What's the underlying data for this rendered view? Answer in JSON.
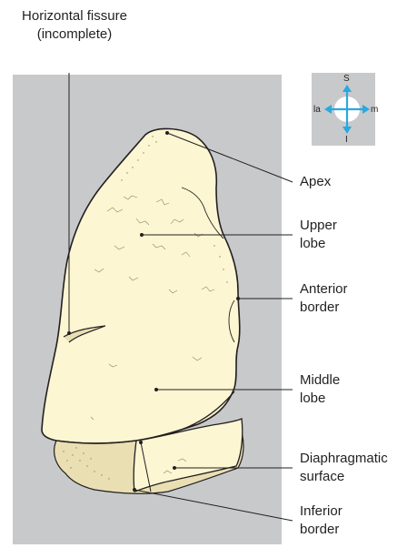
{
  "labels": {
    "horizontal_fissure": [
      "Horizontal fissure",
      "(incomplete)"
    ],
    "apex": [
      "Apex"
    ],
    "upper_lobe": [
      "Upper",
      "lobe"
    ],
    "anterior_border": [
      "Anterior",
      "border"
    ],
    "middle_lobe": [
      "Middle",
      "lobe"
    ],
    "diaphragmatic_surface": [
      "Diaphragmatic",
      "surface"
    ],
    "inferior_border": [
      "Inferior",
      "border"
    ]
  },
  "compass": {
    "top": "S",
    "bottom": "I",
    "left": "la",
    "right": "m"
  },
  "colors": {
    "background_panel": "#c8c9cb",
    "lung_fill": "#fcf6d2",
    "lung_shadow": "#e9dfb3",
    "outline": "#231f20",
    "arrow": "#2aa8e0"
  },
  "icons": {
    "orientation": "orientation-compass-icon"
  }
}
